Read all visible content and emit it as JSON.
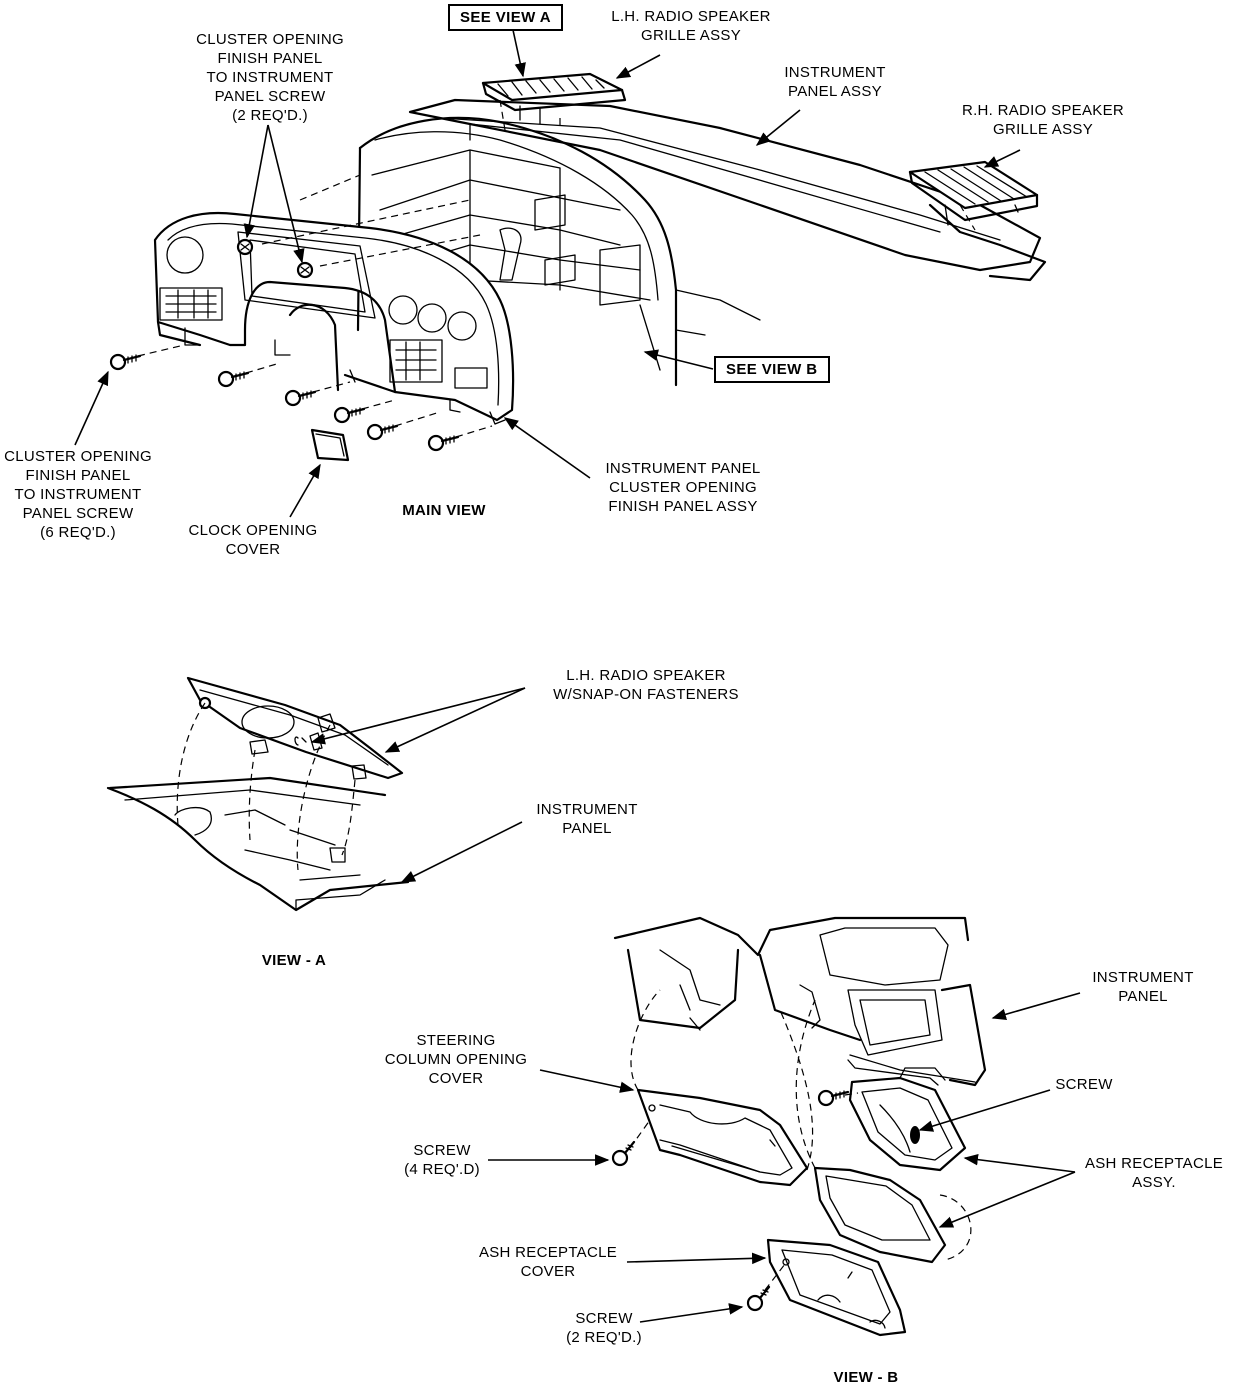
{
  "main_view": {
    "view_title": "MAIN VIEW",
    "callout_view_a": "SEE VIEW A",
    "callout_view_b": "SEE VIEW B",
    "lh_grille": "L.H. RADIO SPEAKER\nGRILLE ASSY",
    "instrument_panel_assy": "INSTRUMENT\nPANEL ASSY",
    "rh_grille": "R.H. RADIO SPEAKER\nGRILLE ASSY",
    "screw_top": "CLUSTER OPENING\nFINISH PANEL\nTO INSTRUMENT\nPANEL SCREW\n(2 REQ'D.)",
    "screw_bottom": "CLUSTER OPENING\nFINISH PANEL\nTO INSTRUMENT\nPANEL SCREW\n(6 REQ'D.)",
    "clock_cover": "CLOCK OPENING\nCOVER",
    "finish_panel_assy": "INSTRUMENT PANEL\nCLUSTER OPENING\nFINISH PANEL ASSY"
  },
  "view_a": {
    "view_title": "VIEW - A",
    "speaker": "L.H. RADIO SPEAKER\nW/SNAP-ON FASTENERS",
    "instrument_panel": "INSTRUMENT\nPANEL"
  },
  "view_b": {
    "view_title": "VIEW - B",
    "instrument_panel": "INSTRUMENT\nPANEL",
    "screw_single": "SCREW",
    "steering_cover": "STEERING\nCOLUMN OPENING\nCOVER",
    "screw_4": "SCREW\n(4 REQ'.D)",
    "ash_assy": "ASH RECEPTACLE\nASSY.",
    "ash_cover": "ASH RECEPTACLE\nCOVER",
    "screw_2": "SCREW\n(2 REQ'D.)"
  }
}
